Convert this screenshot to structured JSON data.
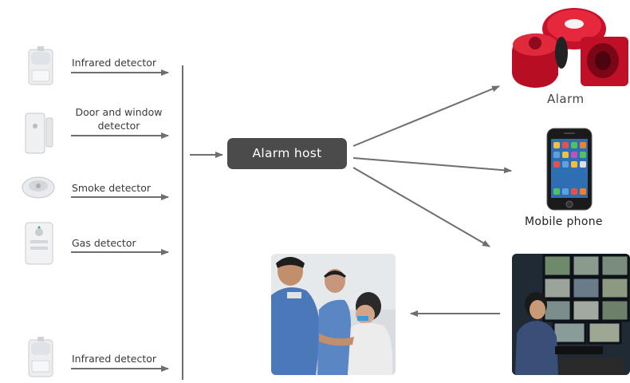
{
  "detectors": [
    {
      "label": "Infrared detector",
      "icon": "infrared-detector-icon"
    },
    {
      "label": "Door and window\ndetector",
      "icon": "door-window-detector-icon"
    },
    {
      "label": "Smoke detector",
      "icon": "smoke-detector-icon"
    },
    {
      "label": "Gas detector",
      "icon": "gas-detector-icon"
    },
    {
      "label": "Infrared detector",
      "icon": "infrared-detector-icon"
    }
  ],
  "host": {
    "label": "Alarm host"
  },
  "outputs": {
    "alarm": {
      "label": "Alarm",
      "icon": "alarm-siren-icon"
    },
    "phone": {
      "label": "Mobile phone",
      "icon": "mobile-phone-icon"
    },
    "monitor": {
      "icon": "monitoring-center-photo"
    },
    "police": {
      "icon": "police-arrest-photo"
    }
  },
  "colors": {
    "host": "#4b4b4b",
    "arrow": "#6e6e6e",
    "alarm_red": "#d0142a"
  }
}
